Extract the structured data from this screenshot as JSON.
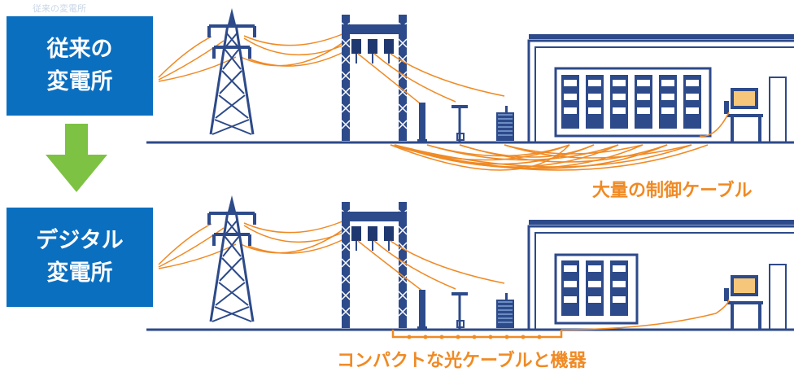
{
  "old_label": {
    "line1": "従来の",
    "line2": "変電所"
  },
  "new_label": {
    "line1": "デジタル",
    "line2": "変電所"
  },
  "old_caption": "大量の制御ケーブル",
  "new_caption": "コンパクトな光ケーブルと機器",
  "faint_text": "従来の変電所",
  "colors": {
    "label_bg": "#0b6fc0",
    "cable": "#f08a24",
    "structure": "#2d4a8a",
    "arrow": "#7dc242"
  }
}
